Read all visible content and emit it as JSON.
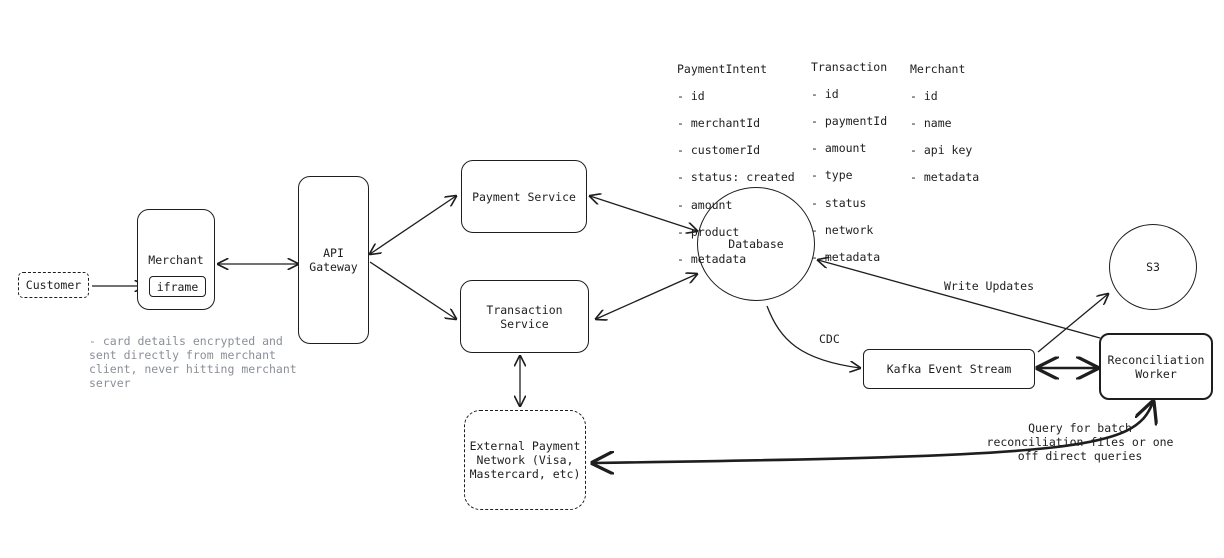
{
  "nodes": {
    "customer": "Customer",
    "merchant": "Merchant",
    "iframe": "iframe",
    "api_gateway": "API\nGateway",
    "payment_service": "Payment Service",
    "transaction_service": "Transaction\nService",
    "external_network": "External Payment\nNetwork (Visa,\nMastercard, etc)",
    "database": "Database",
    "kafka": "Kafka Event Stream",
    "reconciliation_worker": "Reconciliation\nWorker",
    "s3": "S3"
  },
  "edge_labels": {
    "cdc": "CDC",
    "write_updates": "Write Updates",
    "query": "Query for batch\nreconciliation files or one\noff direct queries"
  },
  "note": "- card details encrypted and\nsent directly from merchant\nclient, never hitting merchant\nserver",
  "schemas": {
    "payment_intent": {
      "title": "PaymentIntent",
      "fields": [
        "- id",
        "- merchantId",
        "- customerId",
        "- status: created",
        "- amount",
        "- product",
        "- metadata"
      ]
    },
    "transaction": {
      "title": "Transaction",
      "fields": [
        "- id",
        "- paymentId",
        "- amount",
        "- type",
        "- status",
        "- network",
        "- metadata"
      ]
    },
    "merchant": {
      "title": "Merchant",
      "fields": [
        "- id",
        "- name",
        "- api key",
        "- metadata"
      ]
    }
  }
}
